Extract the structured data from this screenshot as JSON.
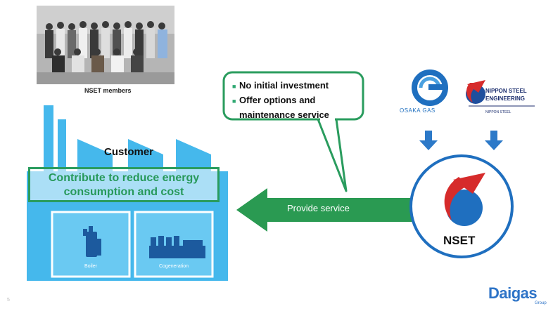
{
  "photo": {
    "caption": "NSET members"
  },
  "callout": {
    "items": [
      "No initial investment",
      "Offer options and",
      "maintenance service"
    ]
  },
  "customer": {
    "label": "Customer",
    "headline_line1": "Contribute to reduce energy",
    "headline_line2": "consumption and cost",
    "equipment": [
      {
        "label": "Boiler"
      },
      {
        "label": "Cogeneration"
      }
    ]
  },
  "arrow": {
    "label": "Provide service"
  },
  "partners": {
    "osaka_gas": {
      "name": "OSAKA GAS"
    },
    "nippon_steel": {
      "name_line1": "NIPPON STEEL",
      "name_line2": "ENGINEERING",
      "sub": "NIPPON STEEL"
    }
  },
  "nset": {
    "label": "NSET"
  },
  "brand": {
    "name": "Daigas",
    "group": "Group"
  },
  "page": {
    "number": "5"
  },
  "colors": {
    "building": "#45b8ec",
    "green": "#2a9c5e",
    "arrow_green": "#2a9a52",
    "blue": "#1f6fbf",
    "red": "#d62b2b"
  }
}
